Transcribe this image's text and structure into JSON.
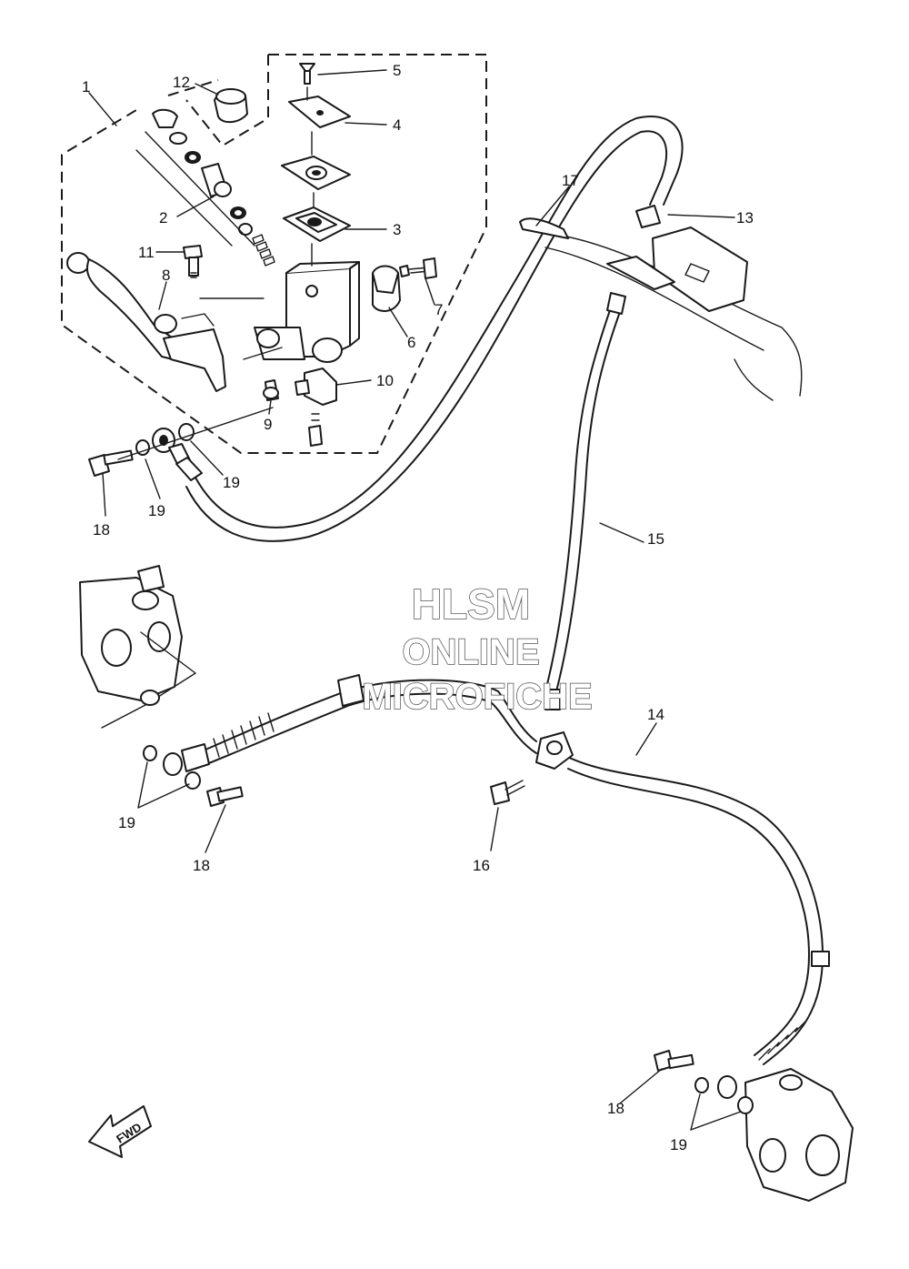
{
  "diagram": {
    "callouts": [
      "1",
      "2",
      "3",
      "4",
      "5",
      "6",
      "7",
      "8",
      "9",
      "10",
      "11",
      "12",
      "13",
      "14",
      "15",
      "16",
      "17",
      "18",
      "18",
      "18",
      "19",
      "19",
      "19",
      "19"
    ],
    "watermark": {
      "line1": "HLSM",
      "line2": "ONLINE",
      "line3": "MICROFICHE"
    },
    "direction_arrow": {
      "label": "FWD",
      "icon": "fwd-arrow-icon"
    }
  }
}
